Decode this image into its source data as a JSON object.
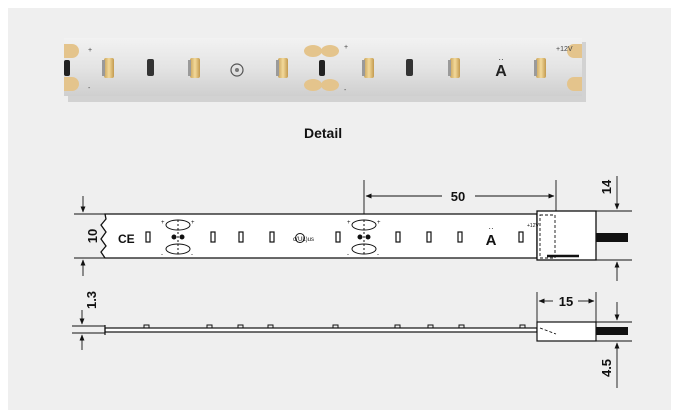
{
  "detail_caption": "Detail",
  "strip_photo": {
    "voltage_label": "+12V",
    "plus_sign": "+",
    "minus_sign": "-"
  },
  "dimensions": {
    "pitch": "50",
    "connector_length": "15",
    "strip_width": "10",
    "connector_height": "14",
    "strip_thickness": "1.3",
    "connector_thickness": "4.5"
  },
  "markings": {
    "ce": "CE",
    "ul": "c(UL)us",
    "brand_mark": "A",
    "voltage": "+12V"
  },
  "colors": {
    "panel_background": "#efefef",
    "strip_fill": "#ffffff",
    "line": "#111111",
    "photo_strip": "#e3e3e3",
    "led_amber": "#e6c27a",
    "solder_pad": "#e4c48c"
  }
}
